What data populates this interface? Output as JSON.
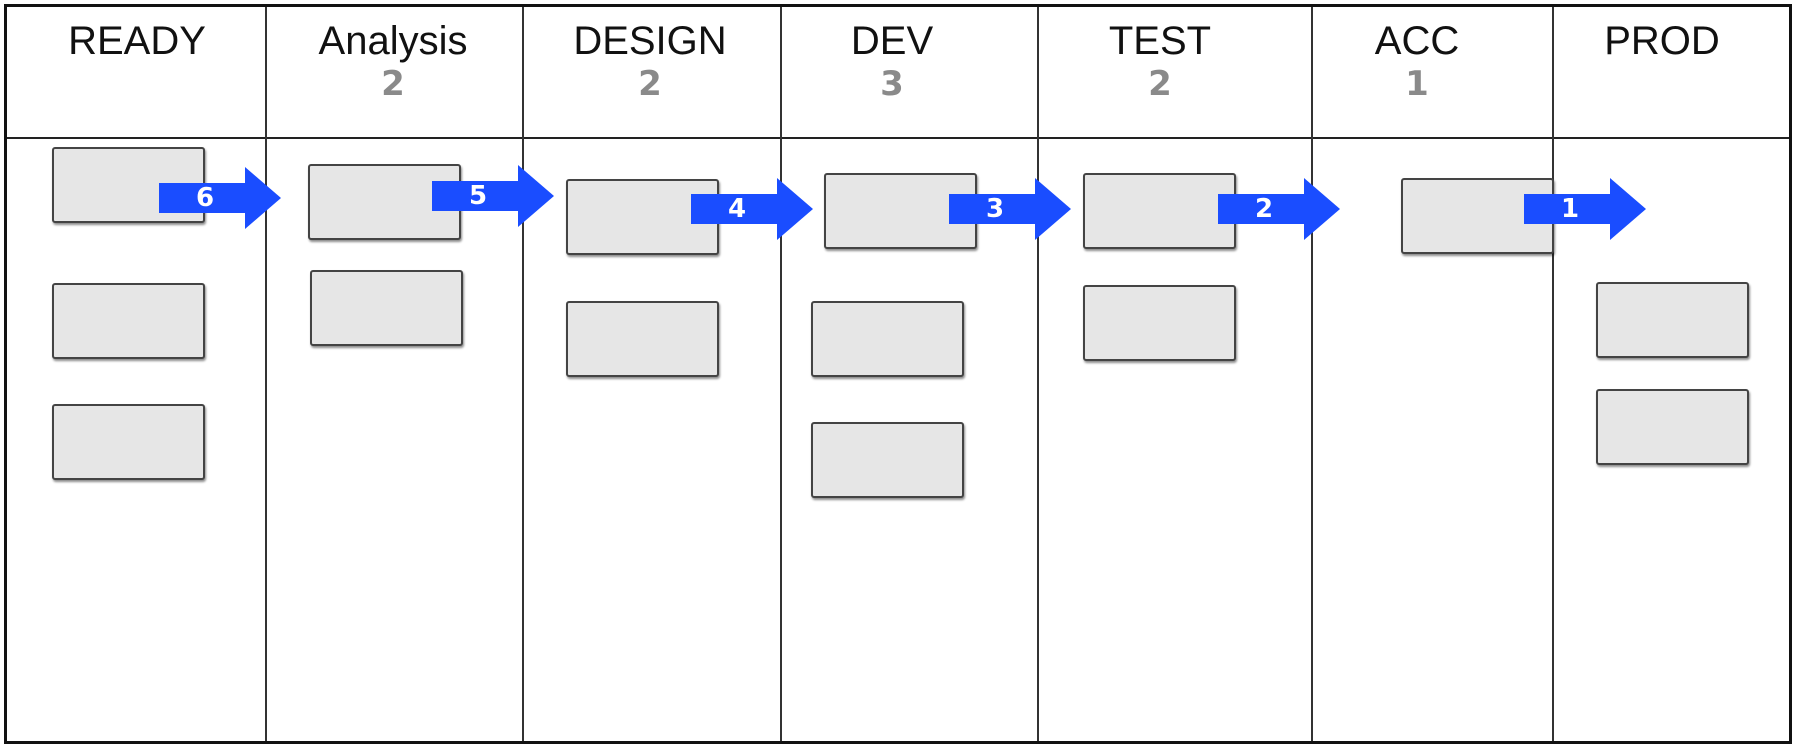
{
  "board": {
    "accent_color": "#1a4dff",
    "card_color": "#e6e6e6",
    "columns": [
      {
        "title": "READY",
        "wip": ""
      },
      {
        "title": "Analysis",
        "wip": "2"
      },
      {
        "title": "DESIGN",
        "wip": "2"
      },
      {
        "title": "DEV",
        "wip": "3"
      },
      {
        "title": "TEST",
        "wip": "2"
      },
      {
        "title": "ACC",
        "wip": "1"
      },
      {
        "title": "PROD",
        "wip": ""
      }
    ],
    "card_counts": [
      3,
      2,
      2,
      3,
      2,
      1,
      2
    ],
    "flow_arrows": [
      "6",
      "5",
      "4",
      "3",
      "2",
      "1"
    ]
  }
}
